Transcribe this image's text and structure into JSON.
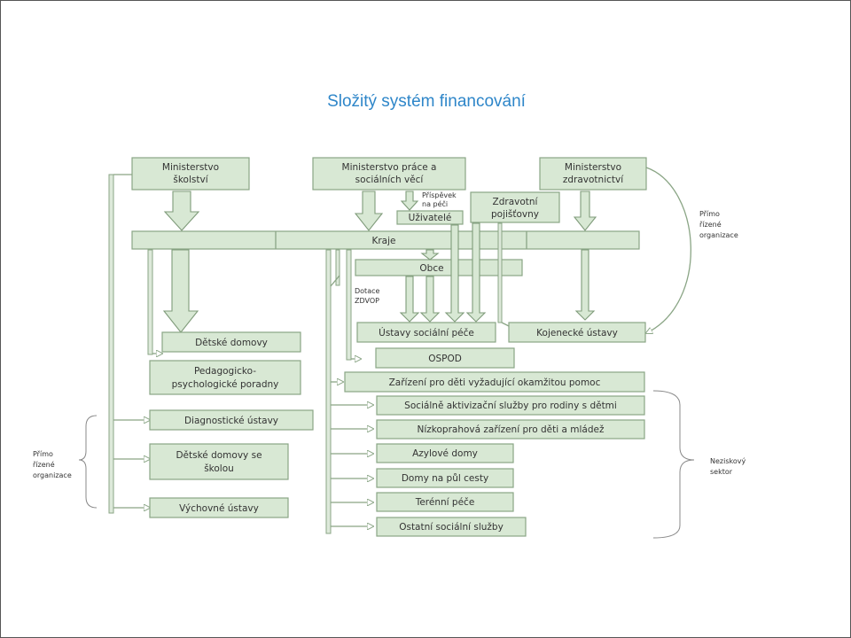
{
  "title": "Složitý systém financování",
  "boxes": {
    "msmt": [
      "Ministerstvo",
      "školství"
    ],
    "mpsv": [
      "Ministerstvo práce a",
      "sociálních věcí"
    ],
    "mzd": [
      "Ministerstvo",
      "zdravotnictví"
    ],
    "pojistovny": [
      "Zdravotní",
      "pojišťovny"
    ],
    "uzivatele": "Uživatelé",
    "kraje": "Kraje",
    "obce": "Obce",
    "detske_domovy": "Dětské domovy",
    "ppp": [
      "Pedagogicko-",
      "psychologické poradny"
    ],
    "diagnosticke": "Diagnostické ústavy",
    "dd_skolou": [
      "Dětské domovy se",
      "školou"
    ],
    "vychovne": "Výchovné ústavy",
    "ustavy_soc": "Ústavy sociální péče",
    "kojenecke": "Kojenecké ústavy",
    "ospod": "OSPOD",
    "zarizeni_okamzita": "Zařízení pro děti vyžadující okamžitou pomoc",
    "soc_aktivizacni": "Sociálně aktivizační služby pro rodiny s dětmi",
    "nizkoprahova": "Nízkoprahová zařízení pro děti a mládež",
    "azylove": "Azylové domy",
    "pul_cesty": "Domy na půl cesty",
    "terenni": "Terénní péče",
    "ostatni": "Ostatní sociální služby"
  },
  "labels": {
    "prispevek": [
      "Příspěvek",
      "na péči"
    ],
    "dotace": [
      "Dotace",
      "ZDVOP"
    ],
    "primo_right": [
      "Přímo",
      "řízené",
      "organizace"
    ],
    "primo_left": [
      "Přímo",
      "řízené",
      "organizace"
    ],
    "neziskovy": [
      "Neziskový",
      "sektor"
    ]
  }
}
